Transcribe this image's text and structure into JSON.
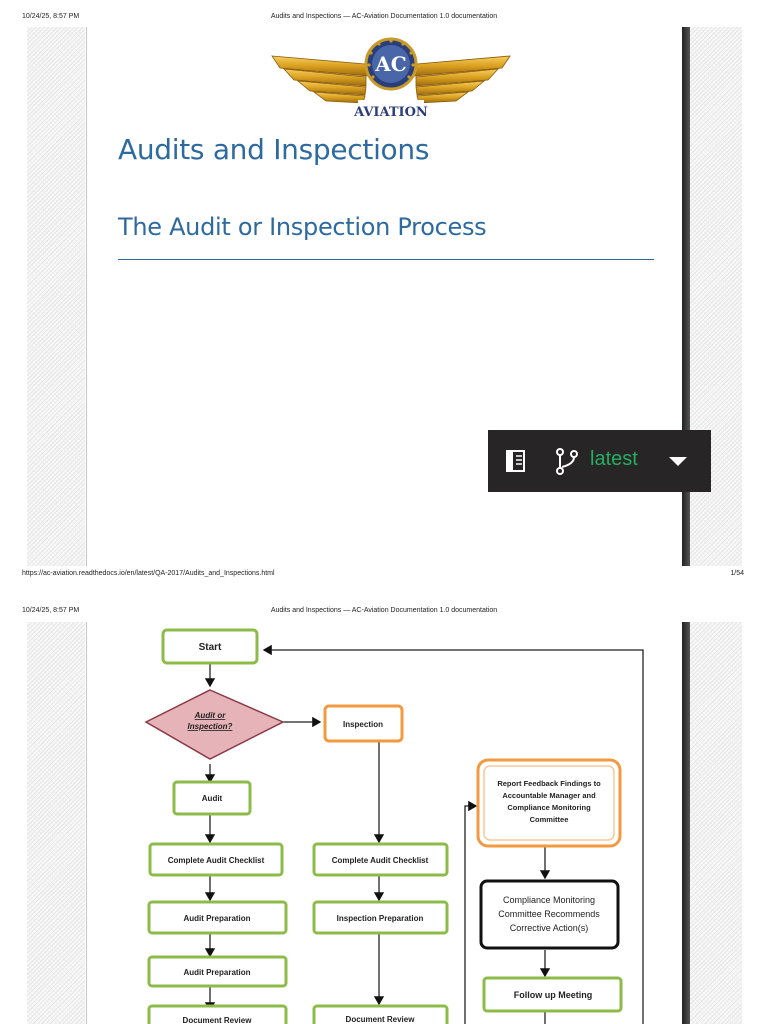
{
  "page1": {
    "header_date": "10/24/25, 8:57 PM",
    "header_title": "Audits and Inspections — AC-Aviation Documentation 1.0 documentation",
    "logo_text": "AC",
    "logo_subtext": "AVIATION",
    "page_title": "Audits and Inspections",
    "section_title": "The Audit or Inspection Process",
    "footer_url": "https://ac-aviation.readthedocs.io/en/latest/QA-2017/Audits_and_Inspections.html",
    "footer_page": "1/54"
  },
  "rtd_badge": {
    "version": "latest",
    "book_icon": "book-icon",
    "branch_icon": "git-branch-icon",
    "caret_icon": "caret-down-icon",
    "version_color": "#27ae60"
  },
  "page2": {
    "header_date": "10/24/25, 8:57 PM",
    "header_title": "Audits and Inspections — AC-Aviation Documentation 1.0 documentation"
  },
  "flowchart": {
    "start": "Start",
    "decision_line1": "Audit or",
    "decision_line2": "Inspection?",
    "inspection": "Inspection",
    "audit": "Audit",
    "audit_checklist": "Complete Audit Checklist",
    "inspection_checklist": "Complete Audit Checklist",
    "audit_prep_1": "Audit Preparation",
    "inspection_prep": "Inspection Preparation",
    "audit_prep_2": "Audit Preparation",
    "audit_doc_review": "Document Review",
    "inspection_doc_review": "Document Review",
    "report_line1": "Report Feedback  Findings to",
    "report_line2": "Accountable Manager and",
    "report_line3": "Compliance Monitoring",
    "report_line4": "Committee",
    "cmc_line1": "Compliance Monitoring",
    "cmc_line2": "Committee Recommends",
    "cmc_line3": "Corrective Action(s)",
    "follow_up": "Follow up Meeting"
  },
  "colors": {
    "title_blue": "#2d6aa0",
    "node_green": "#8dbb4a",
    "node_orange": "#f29a3f",
    "decision_fill": "#e6b3b8"
  }
}
